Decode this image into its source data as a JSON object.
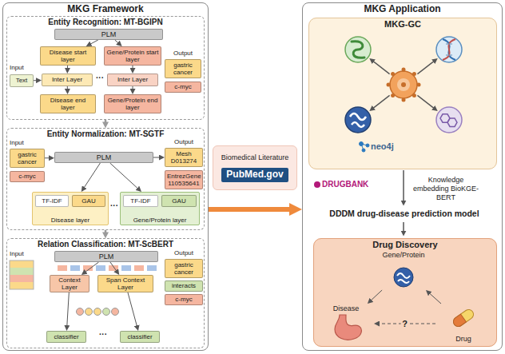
{
  "diagram": {
    "nodes": [
      {
        "text": [
          "MKG Framework"
        ]
      },
      {
        "text": [
          "Entity Recognition: MT-BGIPN"
        ],
        "in": 0
      },
      {
        "text": [
          "PLM"
        ],
        "in": 1
      },
      {
        "text": [
          "Text"
        ],
        "in": 1
      },
      {
        "text": [
          "Disease start layer"
        ],
        "in": 1
      },
      {
        "text": [
          "Gene/Protein start layer"
        ],
        "in": 1
      },
      {
        "text": [
          "Inter Layer"
        ],
        "in": 1
      },
      {
        "text": [
          "Inter Layer"
        ],
        "in": 1
      },
      {
        "text": [
          "Disease end layer"
        ],
        "in": 1
      },
      {
        "text": [
          "Gene/Protein end layer"
        ],
        "in": 1
      },
      {
        "text": [
          "gastric cancer"
        ],
        "in": 1
      },
      {
        "text": [
          "c-myc"
        ],
        "in": 1
      },
      {
        "text": [
          "Entity Normalization: MT-SGTF"
        ],
        "in": 0
      },
      {
        "text": [
          "gastric cancer"
        ],
        "in": 12
      },
      {
        "text": [
          "c-myc"
        ],
        "in": 12
      },
      {
        "text": [
          "PLM"
        ],
        "in": 12
      },
      {
        "text": [
          "Mesh D013274"
        ],
        "in": 12
      },
      {
        "text": [
          "EntrezGene 110535641"
        ],
        "in": 12
      },
      {
        "text": [
          "Disease layer"
        ],
        "in": 12
      },
      {
        "text": [
          "TF-IDF"
        ],
        "in": 18
      },
      {
        "text": [
          "GAU"
        ],
        "in": 18
      },
      {
        "text": [
          "Gene/Protein layer"
        ],
        "in": 12
      },
      {
        "text": [
          "TF-IDF"
        ],
        "in": 21
      },
      {
        "text": [
          "GAU"
        ],
        "in": 21
      },
      {
        "text": [
          "Relation Classification: MT-ScBERT"
        ],
        "in": 0
      },
      {
        "text": [
          "PLM"
        ],
        "in": 24
      },
      {
        "text": [
          "Context Layer"
        ],
        "in": 24
      },
      {
        "text": [
          "Span Context Layer"
        ],
        "in": 24
      },
      {
        "text": [
          "classifier"
        ],
        "in": 24
      },
      {
        "text": [
          "classifier"
        ],
        "in": 24
      },
      {
        "text": [
          "gastric cancer"
        ],
        "in": 24
      },
      {
        "text": [
          "interacts"
        ],
        "in": 24
      },
      {
        "text": [
          "c-myc"
        ],
        "in": 24
      },
      {
        "text": [
          "Biomedical Literature",
          "PubMed.gov"
        ]
      },
      {
        "text": [
          "MKG Application"
        ]
      },
      {
        "text": [
          "MKG-GC"
        ],
        "in": 34
      },
      {
        "text": [
          "Drug Discovery"
        ],
        "in": 34
      },
      {
        "text": [
          "Gene/Protein"
        ],
        "in": 36
      },
      {
        "text": [
          "Disease"
        ],
        "in": 36
      },
      {
        "text": [
          "Drug"
        ],
        "in": 36
      }
    ],
    "edges": [
      {
        "from": 1,
        "to": 12,
        "arrow": "to"
      },
      {
        "from": 2,
        "to": 4,
        "arrow": "to"
      },
      {
        "from": 2,
        "to": 5,
        "arrow": "to"
      },
      {
        "from": 3,
        "to": 6,
        "arrow": "to"
      },
      {
        "from": 4,
        "to": 6,
        "arrow": "to"
      },
      {
        "from": 6,
        "to": 8,
        "arrow": "to"
      },
      {
        "from": 5,
        "to": 7,
        "arrow": "to"
      },
      {
        "from": 7,
        "to": 9,
        "arrow": "to"
      },
      {
        "from": 12,
        "to": 24,
        "arrow": "to"
      },
      {
        "from": 13,
        "to": 15,
        "arrow": "to"
      },
      {
        "from": 15,
        "to": 16,
        "arrow": "to"
      },
      {
        "from": 15,
        "to": 18,
        "arrow": "to"
      },
      {
        "from": 15,
        "to": 21,
        "arrow": "to"
      },
      {
        "from": 25,
        "to": 26,
        "arrow": "to"
      },
      {
        "from": 25,
        "to": 27,
        "arrow": "to"
      },
      {
        "from": 26,
        "to": 28,
        "arrow": "to"
      },
      {
        "from": 27,
        "to": 29,
        "arrow": "to"
      },
      {
        "from": 0,
        "to": 34,
        "arrow": "to"
      },
      {
        "from": 37,
        "to": 38,
        "arrow": "to"
      },
      {
        "from": 39,
        "to": 37,
        "arrow": "to"
      },
      {
        "from": 39,
        "to": 38,
        "arrow": "to",
        "label": "?"
      }
    ],
    "labels": [
      "Input",
      "Output",
      "···",
      "Input",
      "Output",
      "···",
      "Input",
      "Output",
      "···",
      "neo4j",
      "DRUGBANK",
      "Knowledge embedding BioKGE-BERT",
      "DDDM drug-disease prediction model"
    ]
  }
}
